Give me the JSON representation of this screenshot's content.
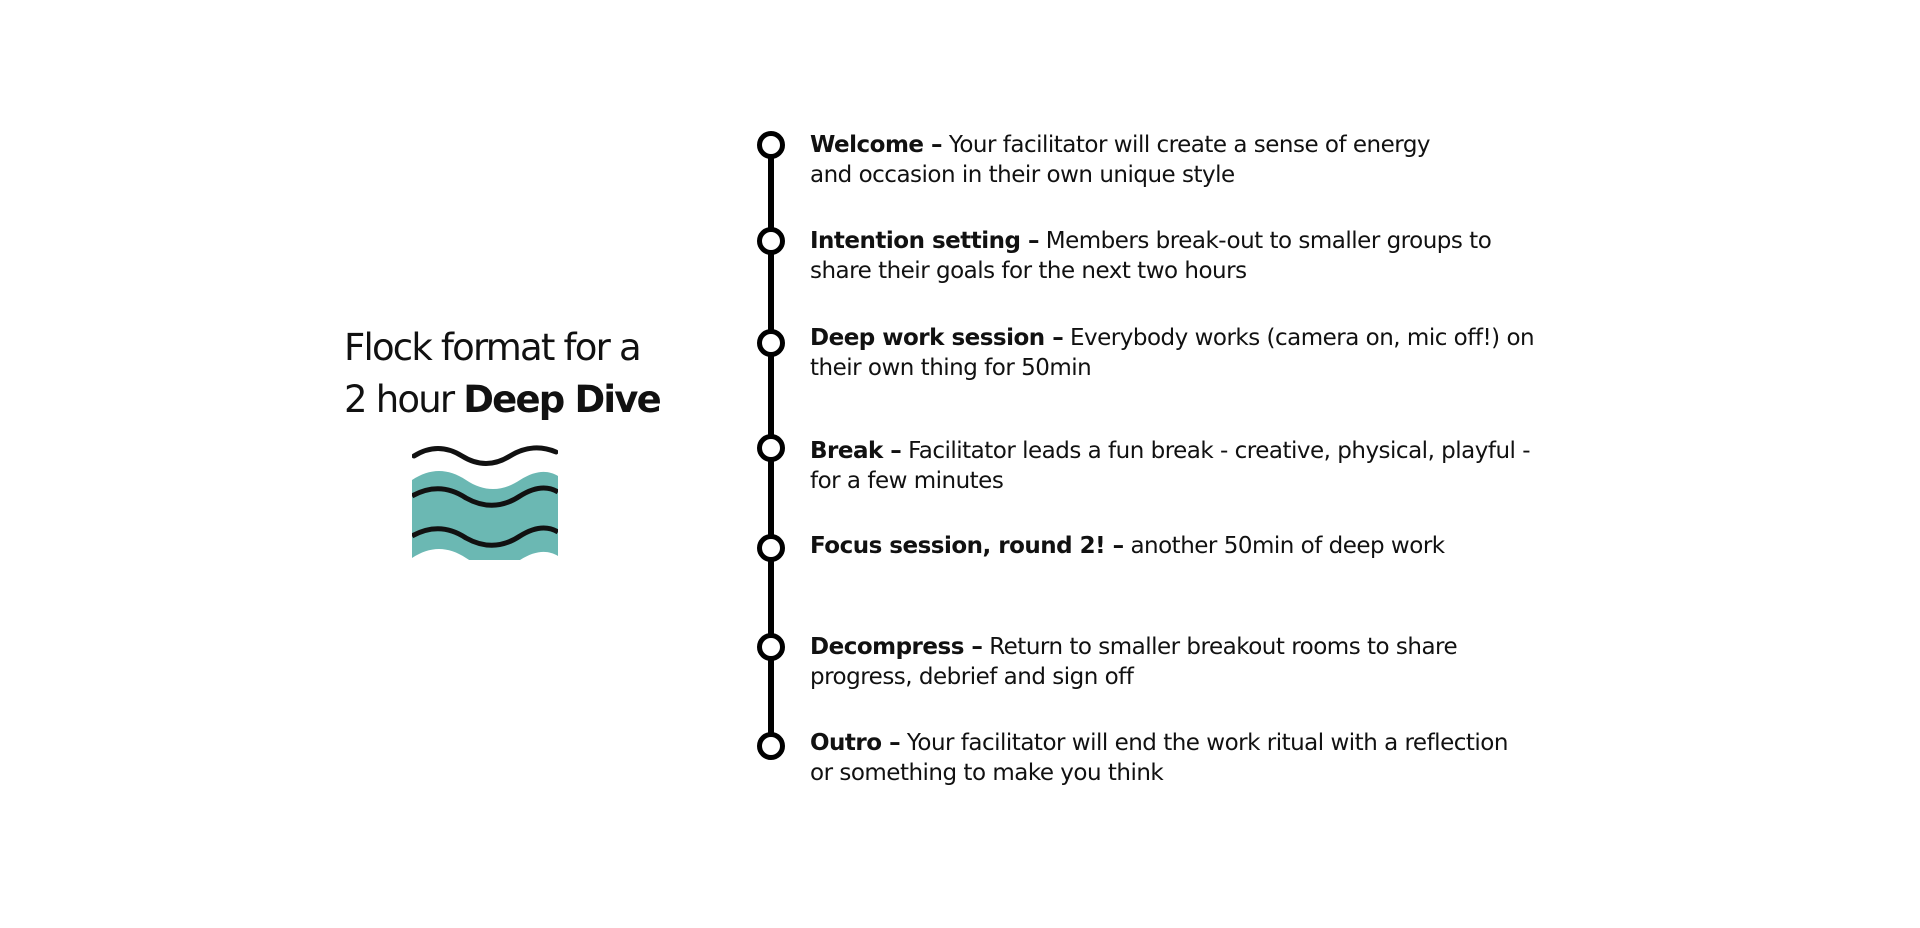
{
  "header": {
    "title_line1": "Flock format for a",
    "title_line2_prefix": "2 hour",
    "title_line2_bold": "Deep Dive"
  },
  "logo": {
    "icon": "waves-icon",
    "fill_color": "#6bb8b3",
    "stroke_color": "#111111"
  },
  "steps": [
    {
      "name": "Welcome –",
      "line1": "Your facilitator will create a sense of energy",
      "line2": "and occasion in their own unique style"
    },
    {
      "name": "Intention setting –",
      "line1": "Members break-out to smaller groups to",
      "line2": "share their goals for the next two hours"
    },
    {
      "name": "Deep work session –",
      "line1": "Everybody works (camera on, mic off!) on",
      "line2": "their own thing for 50min"
    },
    {
      "name": "Break –",
      "line1": "Facilitator leads a fun break - creative, physical, playful -",
      "line2": "for a few minutes"
    },
    {
      "name": "Focus session, round 2! –",
      "line1": "another 50min of deep work",
      "line2": ""
    },
    {
      "name": "Decompress –",
      "line1": "Return to smaller breakout rooms to share",
      "line2": "progress, debrief and sign off"
    },
    {
      "name": "Outro –",
      "line1": "Your facilitator will end the work ritual with a reflection",
      "line2": "or something to make you think"
    }
  ]
}
